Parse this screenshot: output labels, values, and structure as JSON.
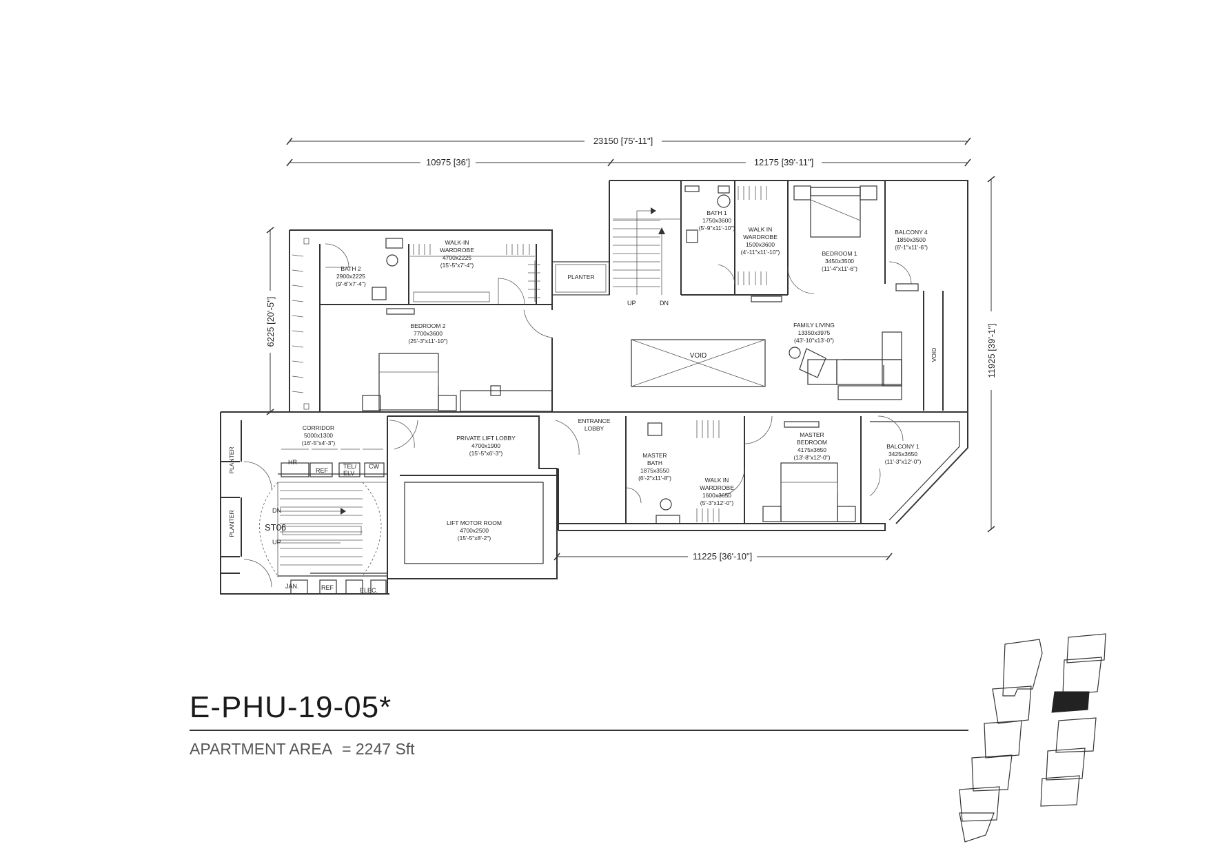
{
  "title": "E-PHU-19-05*",
  "area": {
    "label": "APARTMENT AREA",
    "value": "= 2247 Sft"
  },
  "dimensions": {
    "overall": "23150 [75'-11\"]",
    "left_seg": "10975 [36']",
    "right_seg": "12175 [39'-11\"]",
    "height_right": "11925 [39'-1\"]",
    "height_left": "6225 [20'-5\"]",
    "bottom": "11225 [36'-10\"]"
  },
  "rooms": {
    "bath2": [
      "BATH 2",
      "2900x2225",
      "(9'-6\"x7'-4\")"
    ],
    "wardrobe": [
      "WALK-IN",
      "WARDROBE",
      "4700x2225",
      "(15'-5\"x7'-4\")"
    ],
    "planter_top": "PLANTER",
    "bedroom2": [
      "BEDROOM 2",
      "7700x3600",
      "(25'-3\"x11'-10\")"
    ],
    "bath1": [
      "BATH 1",
      "1750x3600",
      "(5'-9\"x11'-10\")"
    ],
    "walkin1": [
      "WALK IN",
      "WARDROBE",
      "1500x3600",
      "(4'-11\"x11'-10\")"
    ],
    "bedroom1": [
      "BEDROOM 1",
      "3450x3500",
      "(11'-4\"x11'-6\")"
    ],
    "balcony4": [
      "BALCONY 4",
      "1850x3500",
      "(6'-1\"x11'-6\")"
    ],
    "family": [
      "FAMILY LIVING",
      "13350x3975",
      "(43'-10\"x13'-0\")"
    ],
    "void": "VOID",
    "void_side": "VOID",
    "entrance": [
      "ENTRANCE",
      "LOBBY"
    ],
    "corridor": [
      "CORRIDOR",
      "5000x1300",
      "(16'-5\"x4'-3\")"
    ],
    "lift_lobby": [
      "PRIVATE LIFT LOBBY",
      "4700x1900",
      "(15'-5\"x6'-3\")"
    ],
    "lift_motor": [
      "LIFT MOTOR ROOM",
      "4700x2500",
      "(15'-5\"x8'-2\")"
    ],
    "master_bath": [
      "MASTER",
      "BATH",
      "1875x3550",
      "(6'-2\"x11'-8\")"
    ],
    "walkin_master": [
      "WALK IN",
      "WARDROBE",
      "1600x3650",
      "(5'-3\"x12'-0\")"
    ],
    "master_bed": [
      "MASTER",
      "BEDROOM",
      "4175x3650",
      "(13'-8\"x12'-0\")"
    ],
    "balcony1": [
      "BALCONY 1",
      "3425x3650",
      "(11'-3\"x12'-0\")"
    ],
    "planter_left": "PLANTER",
    "planter_left2": "PLANTER",
    "st06": "ST06",
    "dn": "DN",
    "up": "UP",
    "stair_up": "UP",
    "stair_dn": "DN",
    "hr": "HR",
    "ref1": "REF",
    "tel": "TEL/",
    "elv": "ELV",
    "cw": "CW",
    "jan": "JAN.",
    "ref2": "REF",
    "elec": "ELEC."
  }
}
